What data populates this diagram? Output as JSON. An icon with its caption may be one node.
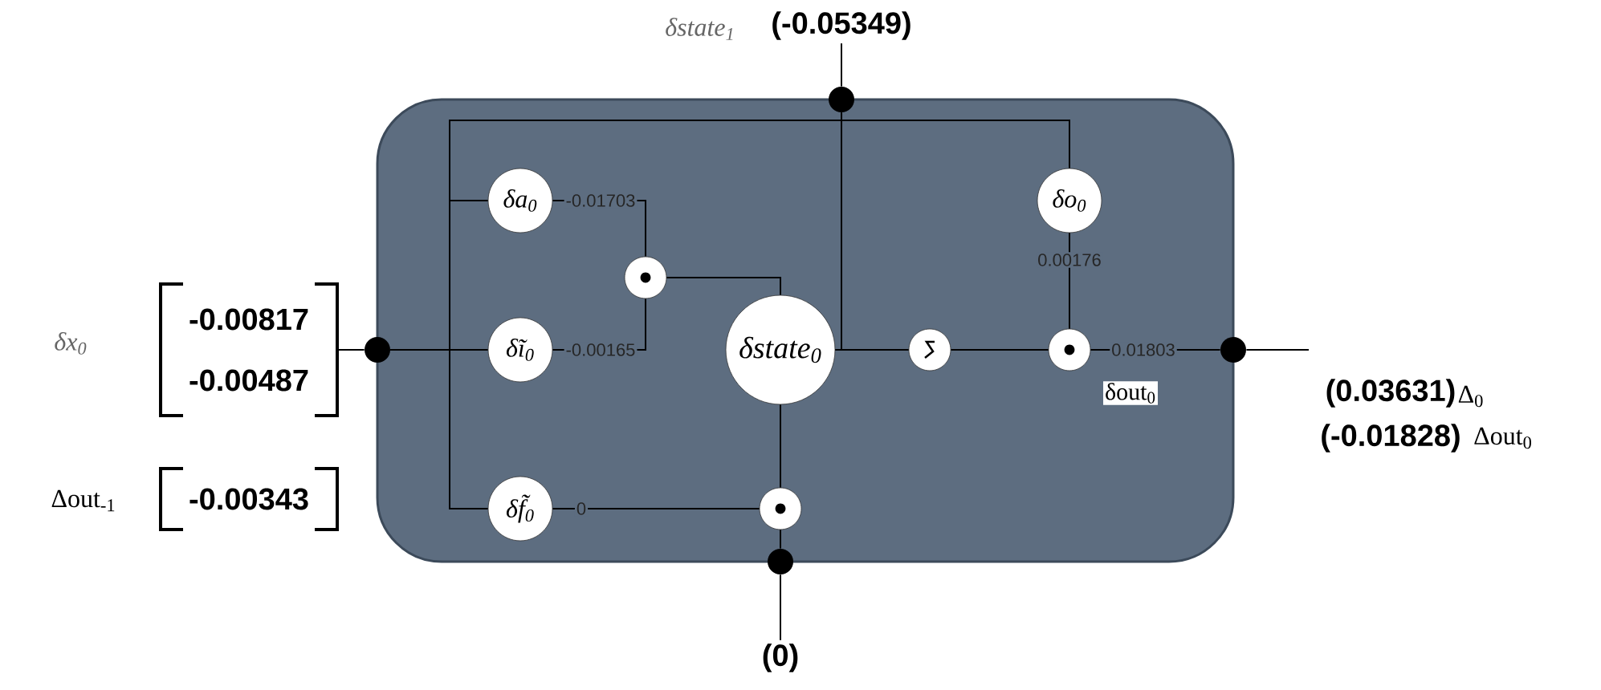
{
  "diagram": {
    "nodes": [
      {
        "text": [],
        "shape": "box"
      },
      {
        "text": [
          "δa$_{0}$"
        ],
        "in": 0
      },
      {
        "text": [
          "δĩ$_{0}$"
        ],
        "in": 0
      },
      {
        "text": [
          "δf̃$_{0}$"
        ],
        "in": 0
      },
      {
        "text": [],
        "shape": "circle",
        "in": 0
      },
      {
        "text": [
          "δstate$_{0}$"
        ],
        "in": 0
      },
      {
        "text": [
          "δo$_{0}$"
        ],
        "in": 0
      },
      {
        "text": [],
        "shape": "circle",
        "in": 0
      },
      {
        "text": [],
        "shape": "circle",
        "in": 0
      },
      {
        "text": [],
        "shape": "circle",
        "in": 0
      },
      {
        "text": [],
        "shape": "circle"
      },
      {
        "text": [],
        "shape": "circle"
      },
      {
        "text": [],
        "shape": "circle"
      },
      {
        "text": [],
        "shape": "circle"
      },
      {
        "text": [
          "δx$_{0}$",
          "-0.00817",
          "-0.00487"
        ]
      },
      {
        "text": [
          "Δout$_{-1}$",
          "-0.00343"
        ]
      },
      {
        "text": [
          "(-0.05349)"
        ],
        "beside": [
          "δstate$_{1}$"
        ]
      },
      {
        "text": [
          "(0)"
        ]
      }
    ],
    "edges": [
      {
        "from": 14,
        "to": 10,
        "arrow": "none"
      },
      {
        "from": 10,
        "to": 2,
        "arrow": "none"
      },
      {
        "from": 10,
        "to": 1,
        "arrow": "none"
      },
      {
        "from": 10,
        "to": 3,
        "arrow": "none"
      },
      {
        "from": 11,
        "to": 6,
        "arrow": "none"
      },
      {
        "from": 11,
        "to": 10,
        "arrow": "none"
      },
      {
        "from": 11,
        "to": 5,
        "arrow": "none"
      },
      {
        "from": 1,
        "to": 4,
        "arrow": "none",
        "label": "-0.01703"
      },
      {
        "from": 2,
        "to": 4,
        "arrow": "none",
        "label": "-0.00165"
      },
      {
        "from": 4,
        "to": 5,
        "arrow": "none"
      },
      {
        "from": 5,
        "to": 9,
        "arrow": "none"
      },
      {
        "from": 3,
        "to": 9,
        "arrow": "none",
        "label": "0"
      },
      {
        "from": 9,
        "to": 13,
        "arrow": "none"
      },
      {
        "from": 13,
        "to": 17,
        "arrow": "none"
      },
      {
        "from": 5,
        "to": 7,
        "arrow": "none"
      },
      {
        "from": 7,
        "to": 8,
        "arrow": "none"
      },
      {
        "from": 6,
        "to": 8,
        "arrow": "none",
        "label": "0.00176"
      },
      {
        "from": 8,
        "to": 12,
        "arrow": "none",
        "label": "0.01803"
      },
      {
        "from": 12,
        "to": null,
        "arrow": "none"
      },
      {
        "from": 11,
        "to": 16,
        "arrow": "none"
      }
    ],
    "labels": [
      "δout$_{0}$",
      "(0.03631)",
      "Δ$_{0}$",
      "(-0.01828)",
      "Δout$_{0}$"
    ]
  }
}
